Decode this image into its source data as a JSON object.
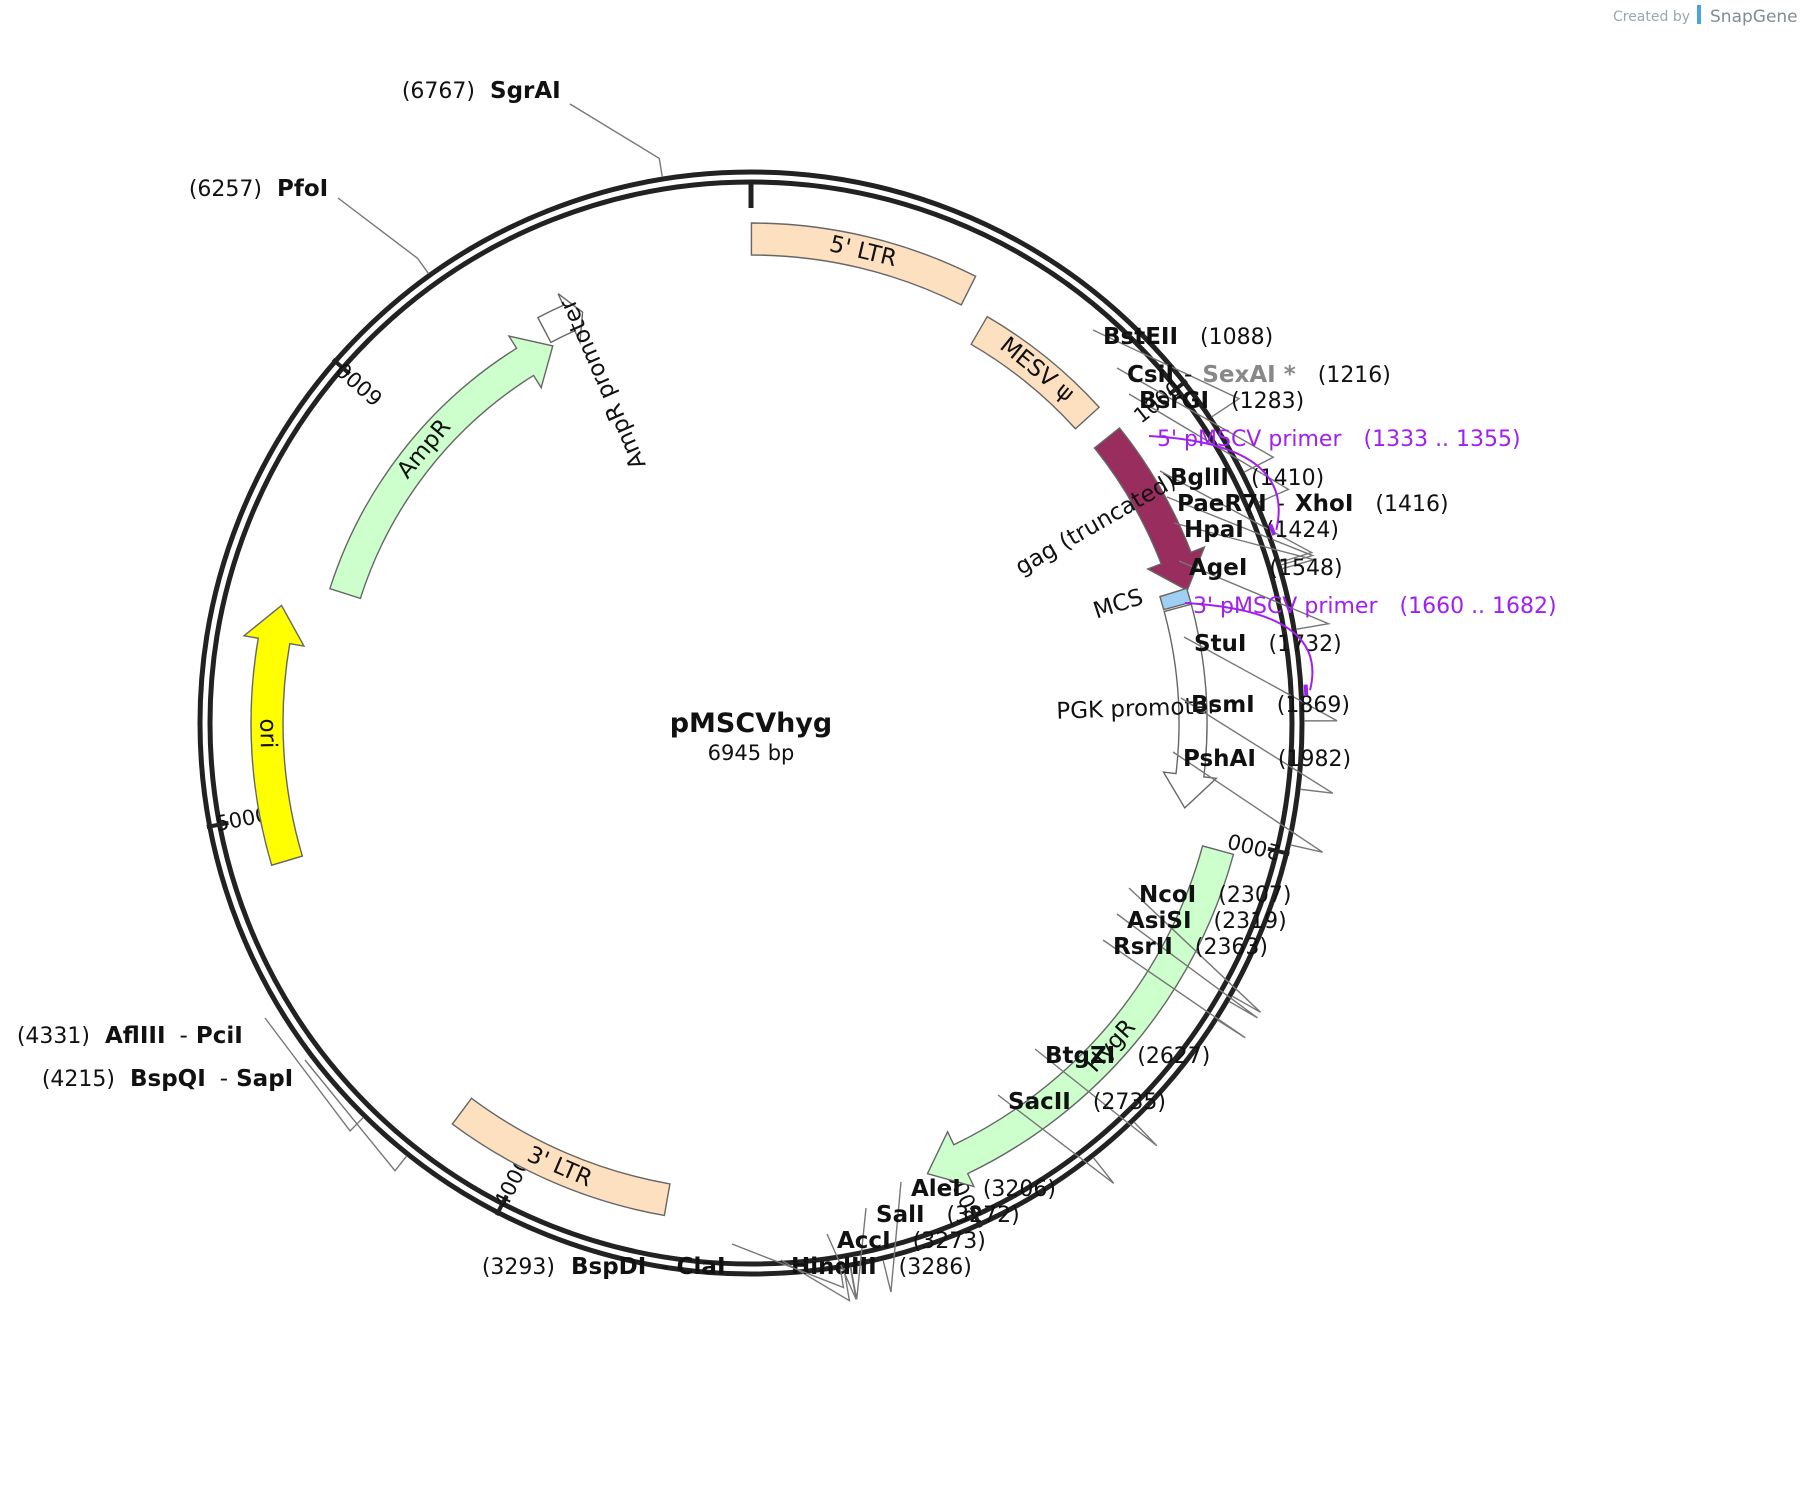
{
  "credit": {
    "created_by": "Created by",
    "brand": "SnapGene"
  },
  "plasmid": {
    "name": "pMSCVhyg",
    "size_label": "6945 bp",
    "length": 6945
  },
  "features": [
    {
      "label": "5' LTR",
      "start": 1,
      "end": 515,
      "color": "#fde0c0",
      "arrow": false
    },
    {
      "label": "MESV ψ",
      "start": 582,
      "end": 922,
      "color": "#fde0c0",
      "arrow": false
    },
    {
      "label": "gag (truncated)",
      "start": 990,
      "end": 1410,
      "color": "#982d5e",
      "arrow": true
    },
    {
      "label": "MCS",
      "start": 1405,
      "end": 1440,
      "color": "#9fcff5",
      "arrow": false
    },
    {
      "label": "PGK promoter",
      "start": 1445,
      "end": 1950,
      "color": "#ffffff",
      "arrow": true
    },
    {
      "label": "HygR",
      "start": 2030,
      "end": 3060,
      "color": "#ccffcc",
      "arrow": true
    },
    {
      "label": "3' LTR",
      "start": 3665,
      "end": 4180,
      "color": "#fde0c0",
      "arrow": false
    },
    {
      "label": "ori",
      "start": 4890,
      "end": 5480,
      "color": "#ffff00",
      "arrow": true
    },
    {
      "label": "AmpR",
      "start": 5550,
      "end": 6410,
      "color": "#ccffcc",
      "arrow": true
    },
    {
      "label": "AmpR promoter",
      "start": 6410,
      "end": 6515,
      "color": "#ffffff",
      "arrow": true
    }
  ],
  "ticks": [
    {
      "label": "1000",
      "pos": 1000
    },
    {
      "label": "2000",
      "pos": 2000
    },
    {
      "label": "3000",
      "pos": 3000
    },
    {
      "label": "4000",
      "pos": 4000
    },
    {
      "label": "5000",
      "pos": 5000
    },
    {
      "label": "6000",
      "pos": 6000
    }
  ],
  "sites": [
    {
      "pos": 1088,
      "enzymes": [
        "BstEII"
      ],
      "number": "(1088)",
      "side": "right"
    },
    {
      "pos": 1216,
      "enzymes": [
        "CsiI",
        "SexAI *"
      ],
      "number": "(1216)",
      "side": "right"
    },
    {
      "pos": 1283,
      "enzymes": [
        "BsrGI"
      ],
      "number": "(1283)",
      "side": "right"
    },
    {
      "pos": 1410,
      "enzymes": [
        "BglII"
      ],
      "number": "(1410)",
      "side": "right"
    },
    {
      "pos": 1416,
      "enzymes": [
        "PaeR7I",
        "XhoI"
      ],
      "number": "(1416)",
      "side": "right"
    },
    {
      "pos": 1424,
      "enzymes": [
        "HpaI"
      ],
      "number": "(1424)",
      "side": "right"
    },
    {
      "pos": 1548,
      "enzymes": [
        "AgeI"
      ],
      "number": "(1548)",
      "side": "right"
    },
    {
      "pos": 1732,
      "enzymes": [
        "StuI"
      ],
      "number": "(1732)",
      "side": "right"
    },
    {
      "pos": 1869,
      "enzymes": [
        "BsmI"
      ],
      "number": "(1869)",
      "side": "right"
    },
    {
      "pos": 1982,
      "enzymes": [
        "PshAI"
      ],
      "number": "(1982)",
      "side": "right"
    },
    {
      "pos": 2307,
      "enzymes": [
        "NcoI"
      ],
      "number": "(2307)",
      "side": "right"
    },
    {
      "pos": 2319,
      "enzymes": [
        "AsiSI"
      ],
      "number": "(2319)",
      "side": "right"
    },
    {
      "pos": 2363,
      "enzymes": [
        "RsrII"
      ],
      "number": "(2363)",
      "side": "right"
    },
    {
      "pos": 2627,
      "enzymes": [
        "BtgZI"
      ],
      "number": "(2627)",
      "side": "right"
    },
    {
      "pos": 2735,
      "enzymes": [
        "SacII"
      ],
      "number": "(2735)",
      "side": "right"
    },
    {
      "pos": 3206,
      "enzymes": [
        "AleI"
      ],
      "number": "(3206)",
      "side": "right"
    },
    {
      "pos": 3272,
      "enzymes": [
        "SalI"
      ],
      "number": "(3272)",
      "side": "right"
    },
    {
      "pos": 3273,
      "enzymes": [
        "AccI"
      ],
      "number": "(3273)",
      "side": "right"
    },
    {
      "pos": 3286,
      "enzymes": [
        "HindIII"
      ],
      "number": "(3286)",
      "side": "right"
    },
    {
      "pos": 3293,
      "enzymes": [
        "BspDI",
        "ClaI"
      ],
      "number": "(3293)",
      "side": "left"
    },
    {
      "pos": 4215,
      "enzymes": [
        "BspQI",
        "SapI"
      ],
      "number": "(4215)",
      "side": "left"
    },
    {
      "pos": 4331,
      "enzymes": [
        "AflIII",
        "PciI"
      ],
      "number": "(4331)",
      "side": "left"
    },
    {
      "pos": 6257,
      "enzymes": [
        "PfoI"
      ],
      "number": "(6257)",
      "side": "left"
    },
    {
      "pos": 6767,
      "enzymes": [
        "SgrAI"
      ],
      "number": "(6767)",
      "side": "left"
    }
  ],
  "primers": [
    {
      "name": "5' pMSCV primer",
      "range": "(1333 .. 1355)",
      "start": 1333,
      "end": 1355,
      "color": "#a020f0"
    },
    {
      "name": "3' pMSCV primer",
      "range": "(1660 .. 1682)",
      "start": 1660,
      "end": 1682,
      "color": "#a020f0"
    }
  ]
}
